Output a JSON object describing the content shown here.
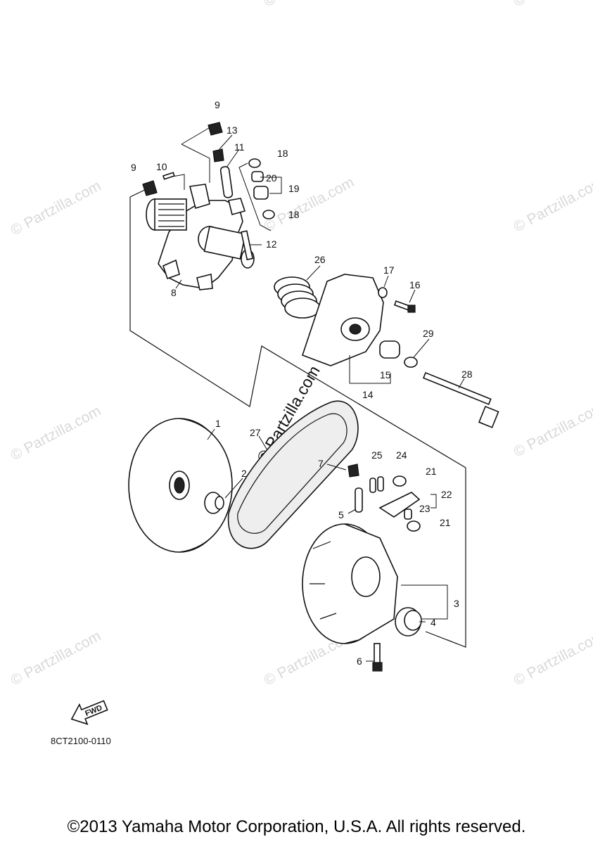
{
  "watermark": "© Partzilla.com",
  "diagram_code": "8CT2100-0110",
  "fwd_label": "FWD",
  "copyright": "©2013 Yamaha Motor Corporation, U.S.A. All rights reserved.",
  "callouts": [
    "1",
    "2",
    "3",
    "4",
    "5",
    "6",
    "7",
    "8",
    "9",
    "9",
    "10",
    "11",
    "12",
    "13",
    "14",
    "15",
    "16",
    "17",
    "18",
    "18",
    "19",
    "20",
    "21",
    "21",
    "22",
    "23",
    "24",
    "25",
    "26",
    "27",
    "28",
    "29"
  ]
}
